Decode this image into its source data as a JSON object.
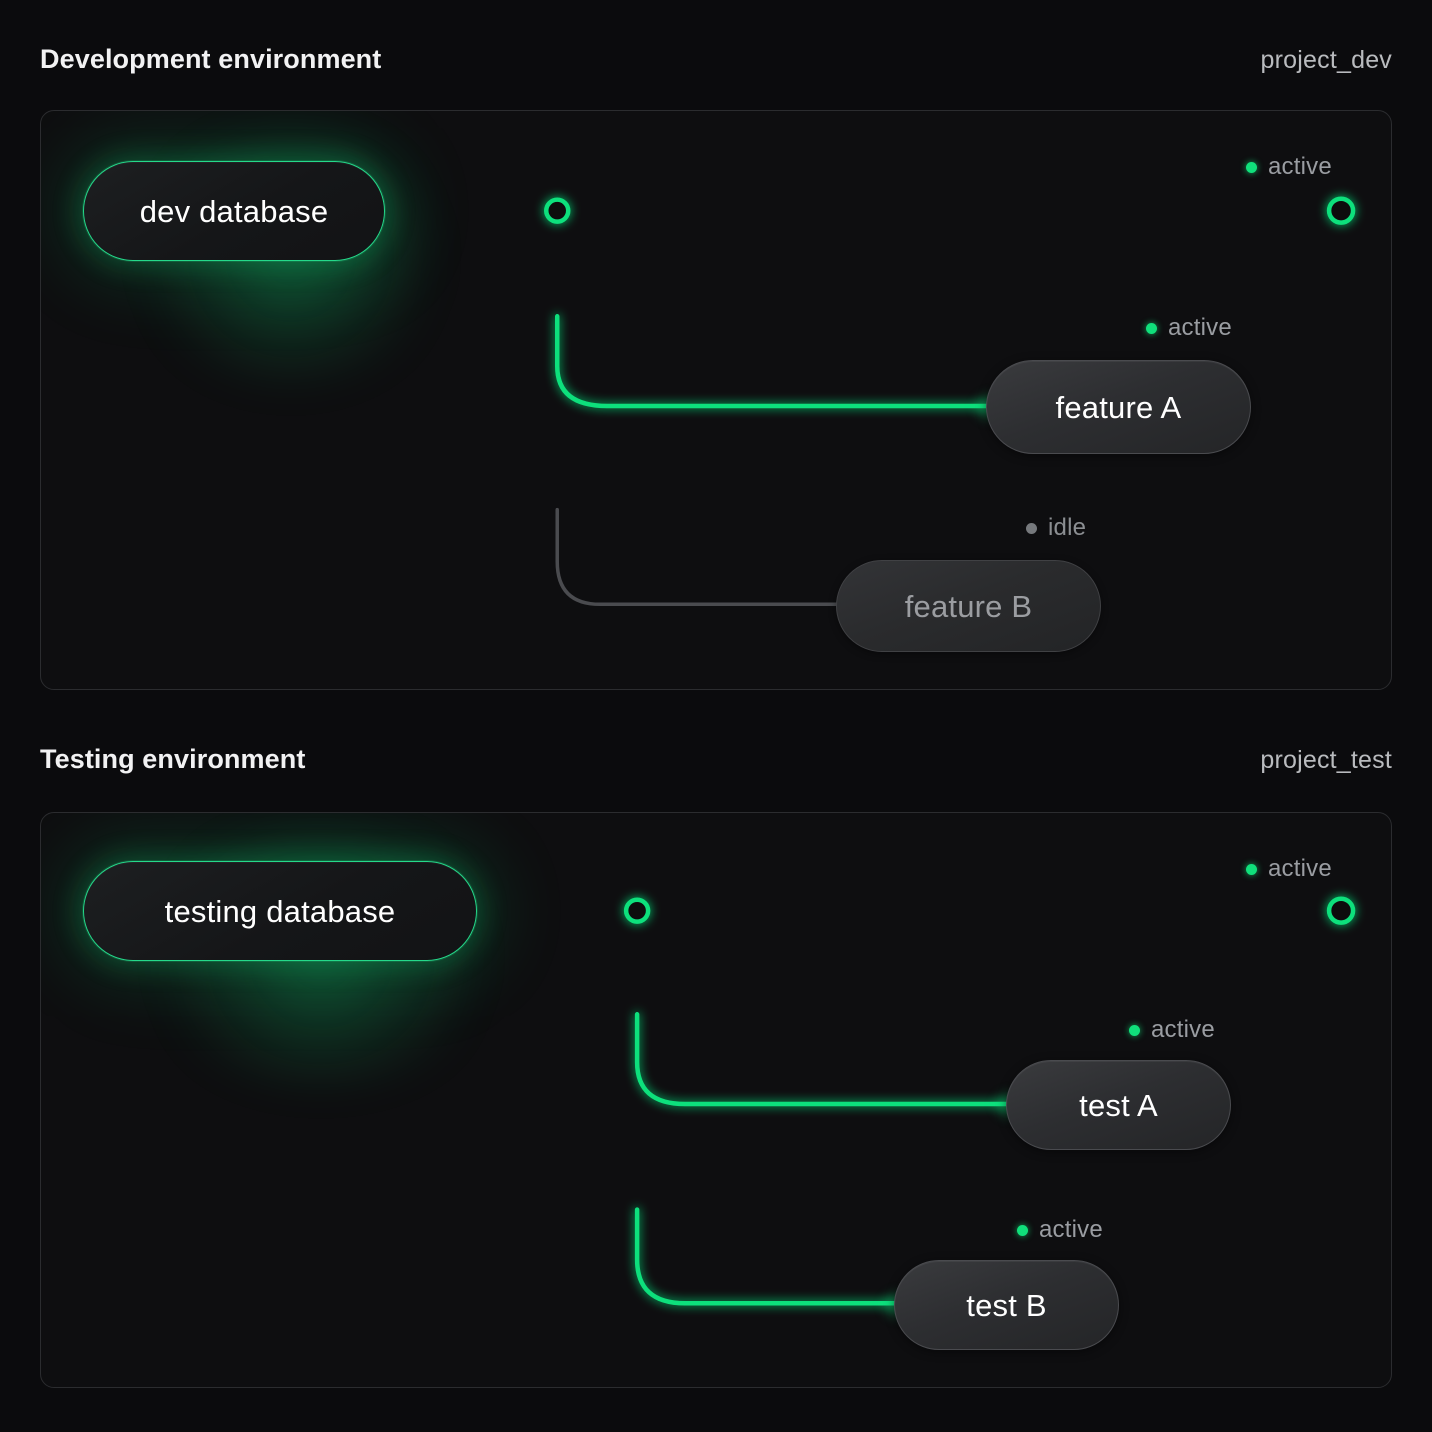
{
  "theme": {
    "background": "#0b0b0d",
    "panel_background": "#0e0e10",
    "panel_border": "#2b2c2f",
    "accent_green": "#10e07b",
    "idle_gray": "#4a4b4f",
    "text_primary": "#ffffff",
    "text_muted": "#9a9da2"
  },
  "sections": [
    {
      "title": "Development environment",
      "project": "project_dev",
      "source_node": {
        "label": "dev database",
        "status": "active"
      },
      "trunk_status": "active",
      "endpoint": {
        "status": "active",
        "status_label": "active"
      },
      "branches": [
        {
          "label": "feature A",
          "status": "active",
          "status_label": "active"
        },
        {
          "label": "feature B",
          "status": "idle",
          "status_label": "idle"
        }
      ]
    },
    {
      "title": "Testing environment",
      "project": "project_test",
      "source_node": {
        "label": "testing database",
        "status": "active"
      },
      "trunk_status": "active",
      "endpoint": {
        "status": "active",
        "status_label": "active"
      },
      "branches": [
        {
          "label": "test A",
          "status": "active",
          "status_label": "active"
        },
        {
          "label": "test B",
          "status": "active",
          "status_label": "active"
        }
      ]
    }
  ]
}
